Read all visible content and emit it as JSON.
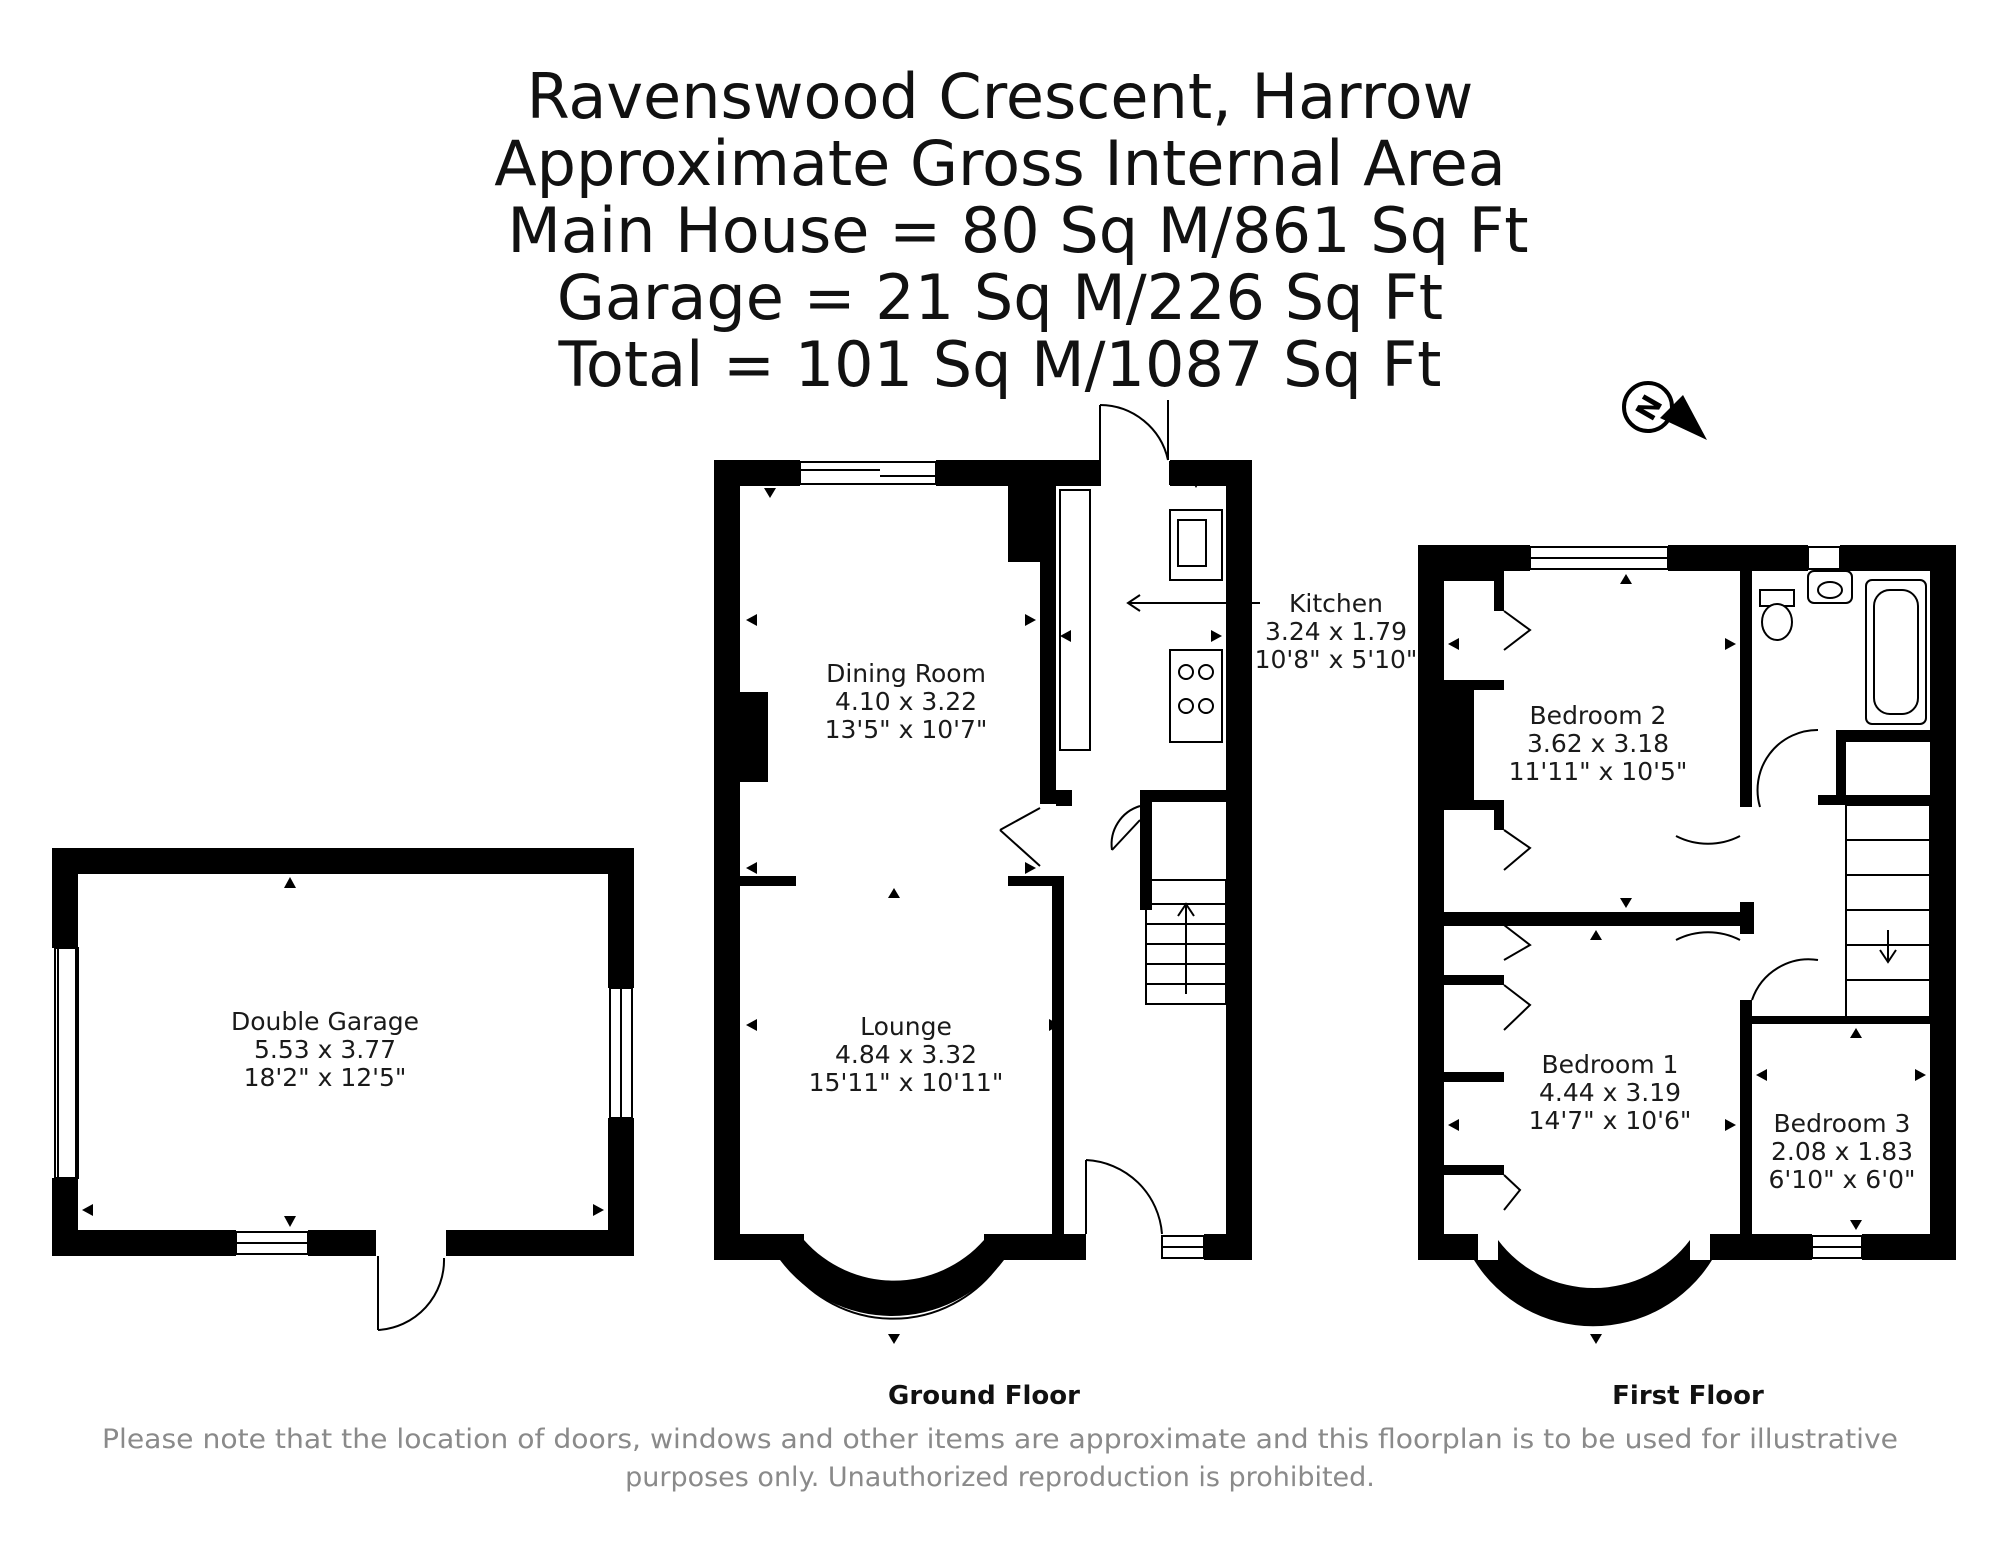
{
  "header": {
    "line1": "Ravenswood Crescent, Harrow",
    "line2": "Approximate Gross Internal Area",
    "line3": "Main House = 80 Sq M/861 Sq Ft",
    "line4": "Garage = 21 Sq M/226 Sq Ft",
    "line5": "Total = 101 Sq M/1087 Sq Ft"
  },
  "compass": {
    "letter": "N",
    "icon": "north-arrow-icon"
  },
  "rooms": {
    "garage": {
      "name": "Double Garage",
      "metric": "5.53 x 3.77",
      "imperial": "18'2\" x 12'5\""
    },
    "dining": {
      "name": "Dining Room",
      "metric": "4.10 x 3.22",
      "imperial": "13'5\" x 10'7\""
    },
    "lounge": {
      "name": "Lounge",
      "metric": "4.84 x 3.32",
      "imperial": "15'11\" x 10'11\""
    },
    "kitchen": {
      "name": "Kitchen",
      "metric": "3.24 x 1.79",
      "imperial": "10'8\" x 5'10\""
    },
    "bedroom2": {
      "name": "Bedroom 2",
      "metric": "3.62 x 3.18",
      "imperial": "11'11\" x 10'5\""
    },
    "bedroom1": {
      "name": "Bedroom 1",
      "metric": "4.44 x 3.19",
      "imperial": "14'7\" x 10'6\""
    },
    "bedroom3": {
      "name": "Bedroom 3",
      "metric": "2.08 x 1.83",
      "imperial": "6'10\" x 6'0\""
    }
  },
  "floors": {
    "ground": "Ground Floor",
    "first": "First Floor"
  },
  "disclaimer": {
    "line1": "Please note that the location of doors, windows and other items are approximate and this floorplan is to be used for illustrative",
    "line2": "purposes only. Unauthorized reproduction is prohibited."
  }
}
